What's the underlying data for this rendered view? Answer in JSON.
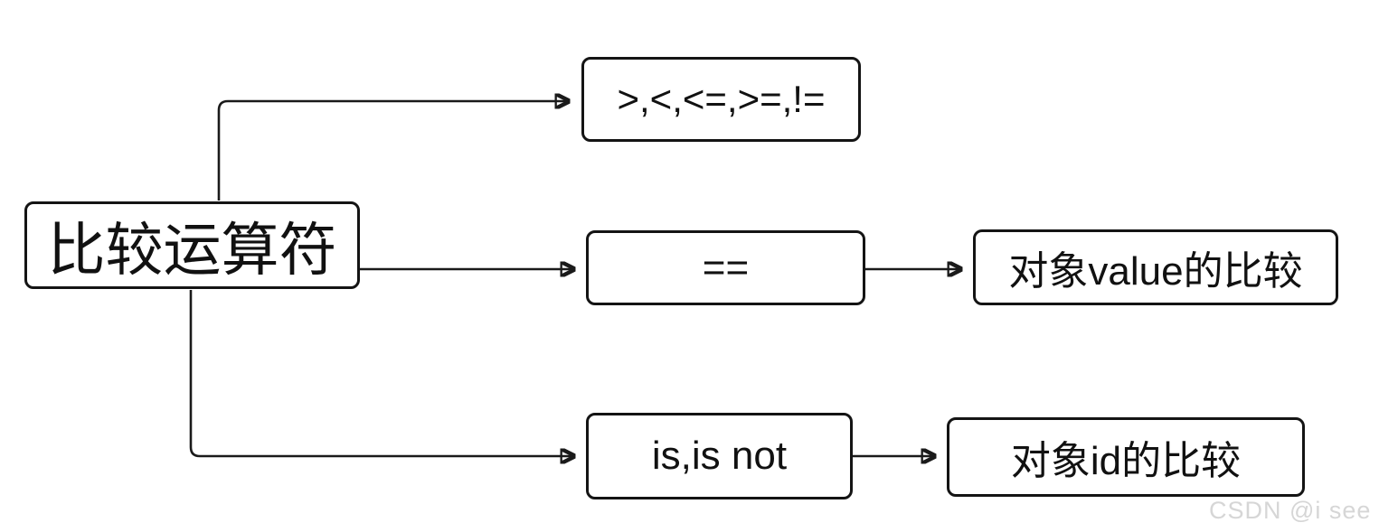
{
  "diagram": {
    "title_node": {
      "label": "比较运算符"
    },
    "nodes": {
      "relational": {
        "label": ">,<,<=,>=,!="
      },
      "equality": {
        "label": "=="
      },
      "value_result": {
        "label": "对象value的比较"
      },
      "identity": {
        "label": "is,is not"
      },
      "id_result": {
        "label": "对象id的比较"
      }
    },
    "edges": [
      {
        "from": "title_node",
        "to": "relational"
      },
      {
        "from": "title_node",
        "to": "equality"
      },
      {
        "from": "equality",
        "to": "value_result"
      },
      {
        "from": "title_node",
        "to": "identity"
      },
      {
        "from": "identity",
        "to": "id_result"
      }
    ],
    "watermark": "CSDN @i see",
    "colors": {
      "line": "#1a1a1a",
      "box_border": "#141414",
      "background": "#ffffff",
      "watermark": "#d6d6d6"
    }
  }
}
